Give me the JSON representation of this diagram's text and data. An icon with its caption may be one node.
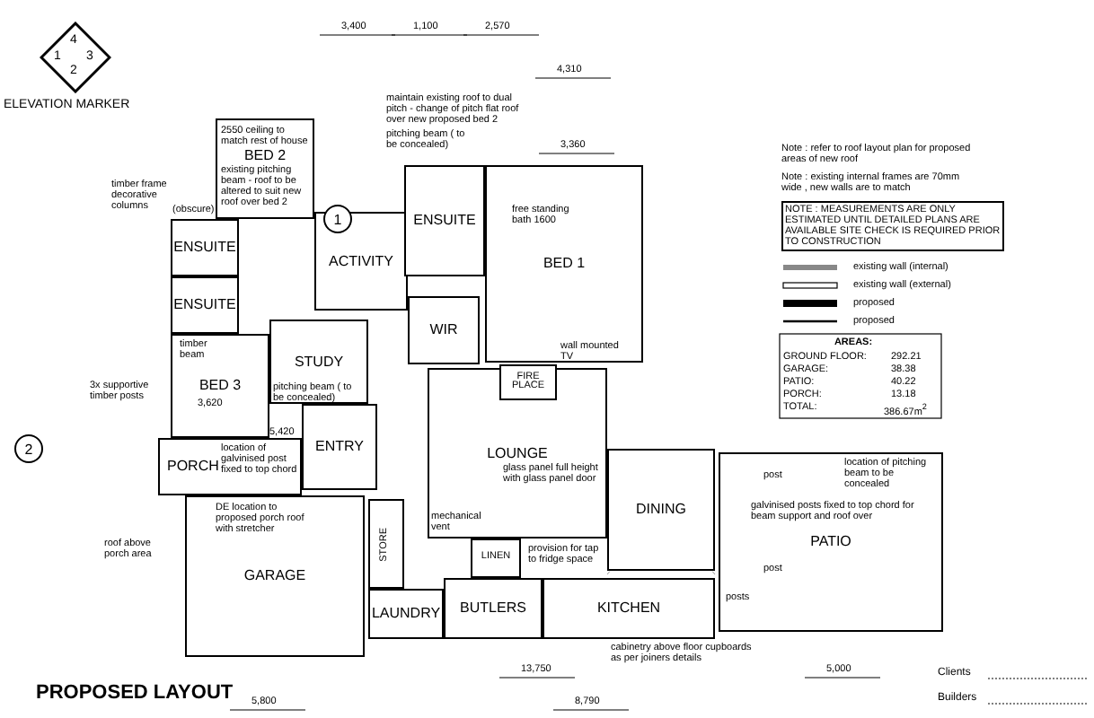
{
  "diagram": {
    "title": "PROPOSED LAYOUT",
    "nodes": [
      {
        "text": [
          "4",
          "1",
          "3",
          "2"
        ],
        "beside": [
          "ELEVATION MARKER"
        ]
      },
      {
        "text": [
          "BED 2"
        ]
      },
      {
        "text": [
          "1"
        ]
      },
      {
        "text": [
          "ACTIVITY"
        ]
      },
      {
        "text": [
          "ENSUITE"
        ]
      },
      {
        "text": [
          "ENSUITE"
        ]
      },
      {
        "text": [
          "BED 1"
        ]
      },
      {
        "text": [
          "ENSUITE"
        ]
      },
      {
        "text": [
          "WIR"
        ]
      },
      {
        "text": [
          "FIRE PLACE"
        ]
      },
      {
        "text": [
          "BED 3"
        ]
      },
      {
        "text": [
          "STUDY"
        ]
      },
      {
        "text": [
          "2"
        ]
      },
      {
        "text": [
          "PORCH"
        ]
      },
      {
        "text": [
          "ENTRY"
        ]
      },
      {
        "text": [
          "LOUNGE"
        ]
      },
      {
        "text": [
          "DINING"
        ]
      },
      {
        "text": [
          "GARAGE"
        ]
      },
      {
        "text": [
          "STORE"
        ]
      },
      {
        "text": [
          "LINEN"
        ]
      },
      {
        "text": [
          "PATIO"
        ]
      },
      {
        "text": [
          "LAUNDRY"
        ]
      },
      {
        "text": [
          "BUTLERS"
        ]
      },
      {
        "text": [
          "KITCHEN"
        ]
      }
    ],
    "labels": [
      "2550 ceiling to match rest of house",
      "timber frame decorative columns",
      "existing pitching beam - roof to be altered to suit new roof over bed 2",
      "(obscure)",
      "maintain existing roof to dual pitch - change of pitch flat roof over new proposed bed 2",
      "pitching beam ( to be concealed)",
      "free standing bath 1600",
      "timber beam",
      "wall mounted TV",
      "3x supportive timber posts",
      "pitching beam ( to be concealed)",
      "location of galvinised post fixed to top chord",
      "DE location to proposed porch roof with stretcher",
      "roof above porch area",
      "glass panel full height with glass panel door",
      "mechanical vent",
      "provision for tap to fridge space",
      "cabinetry above floor cupboards as per joiners details",
      "post",
      "galvinised posts fixed to top chord for beam support and roof over",
      "post",
      "posts",
      "location of pitching beam to be concealed",
      "Note : refer to roof layout plan for proposed areas of new roof",
      "Note : existing internal frames are 70mm wide , new walls are to match",
      "NOTE : MEASUREMENTS ARE ONLY ESTIMATED UNTIL DETAILED PLANS ARE AVAILABLE SITE CHECK IS REQUIRED PRIOR TO CONSTRUCTION",
      "AREAS:",
      "GROUND FLOOR:",
      "292.21",
      "GARAGE:",
      "38.38",
      "PATIO:",
      "40.22",
      "PORCH:",
      "13.18",
      "TOTAL:",
      "386.67m$^{2}$",
      "Clients",
      "Builders",
      "3,400",
      "1,100",
      "2,570",
      "4,310",
      "3,360",
      "3,620",
      "5,420",
      "13,750",
      "5,000",
      "5,800",
      "8,790"
    ],
    "legend": [
      {
        "text": "existing wall (internal)"
      },
      {
        "text": "existing wall (external)"
      },
      {
        "text": "proposed"
      },
      {
        "text": "proposed"
      }
    ]
  }
}
